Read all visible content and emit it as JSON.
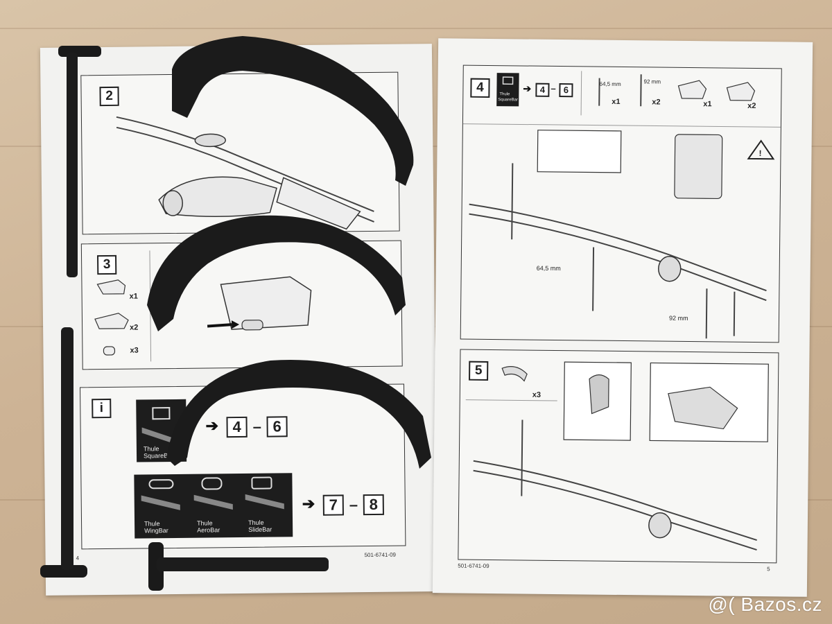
{
  "left_page": {
    "step2": {
      "number": "2"
    },
    "step3": {
      "number": "3",
      "qty1": "x1",
      "qty2": "x2",
      "qty3": "x3"
    },
    "info": {
      "symbol": "i",
      "squarebar_label_line1": "Thule",
      "squarebar_label_line2": "SquareBar",
      "range_a_from": "4",
      "range_a_dash": "–",
      "range_a_to": "6",
      "wingbar_line1": "Thule",
      "wingbar_line2": "WingBar",
      "aerobar_line1": "Thule",
      "aerobar_line2": "AeroBar",
      "slidebar_line1": "Thule",
      "slidebar_line2": "SlideBar",
      "range_b_from": "7",
      "range_b_dash": "–",
      "range_b_to": "8"
    },
    "page_number": "4",
    "doc_code": "501-6741-09"
  },
  "right_page": {
    "step4": {
      "number": "4",
      "squarebar_line1": "Thule",
      "squarebar_line2": "SquareBar",
      "range_from": "4",
      "range_dash": "–",
      "range_to": "6",
      "bolt_short_len": "64,5 mm",
      "bolt_short_qty": "x1",
      "bolt_long_len": "92 mm",
      "bolt_long_qty": "x2",
      "clamp_a_qty": "x1",
      "clamp_b_qty": "x2",
      "meas_short": "64,5 mm",
      "meas_long": "92 mm",
      "warning_symbol": "!"
    },
    "step5": {
      "number": "5",
      "strap_qty": "x3"
    },
    "doc_code": "501-6741-09",
    "page_number": "5"
  },
  "watermark": "@( Bazos.cz",
  "colors": {
    "background_wood": "#cdb395",
    "paper": "#f2f2f0",
    "ink": "#222222",
    "part_black": "#1a1a1a"
  }
}
